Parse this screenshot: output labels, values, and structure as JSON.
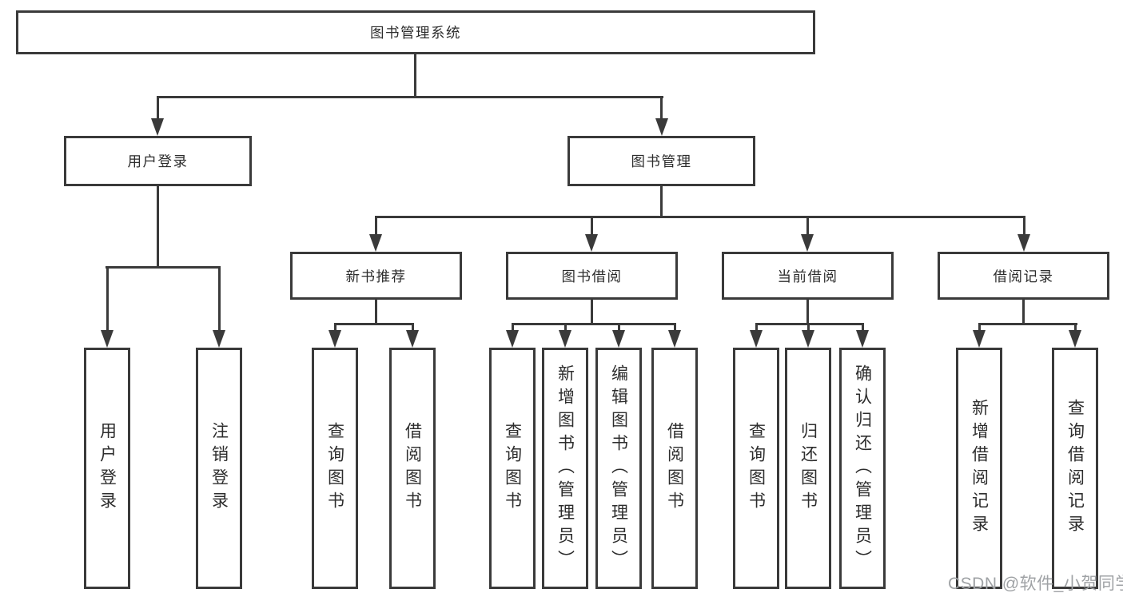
{
  "diagram": {
    "root": {
      "label": "图书管理系统"
    },
    "level2": [
      {
        "label": "用户登录"
      },
      {
        "label": "图书管理"
      }
    ],
    "level3": [
      {
        "label": "新书推荐"
      },
      {
        "label": "图书借阅"
      },
      {
        "label": "当前借阅"
      },
      {
        "label": "借阅记录"
      }
    ],
    "leaves": {
      "user_login": [
        {
          "label": "用户登录"
        },
        {
          "label": "注销登录"
        }
      ],
      "new_books": [
        {
          "label": "查询图书"
        },
        {
          "label": "借阅图书"
        }
      ],
      "book_borrow": [
        {
          "label": "查询图书"
        },
        {
          "label": "新增图书（管理员）"
        },
        {
          "label": "编辑图书（管理员）"
        },
        {
          "label": "借阅图书"
        }
      ],
      "current_borrow": [
        {
          "label": "查询图书"
        },
        {
          "label": "归还图书"
        },
        {
          "label": "确认归还（管理员）"
        }
      ],
      "borrow_records": [
        {
          "label": "新增借阅记录"
        },
        {
          "label": "查询借阅记录"
        }
      ]
    },
    "watermark": "CSDN @软件_小贺同学",
    "colors": {
      "line": "#3a3a3a",
      "text": "#2d2d2d",
      "watermark": "#9fa2a5",
      "background": "#ffffff"
    }
  }
}
